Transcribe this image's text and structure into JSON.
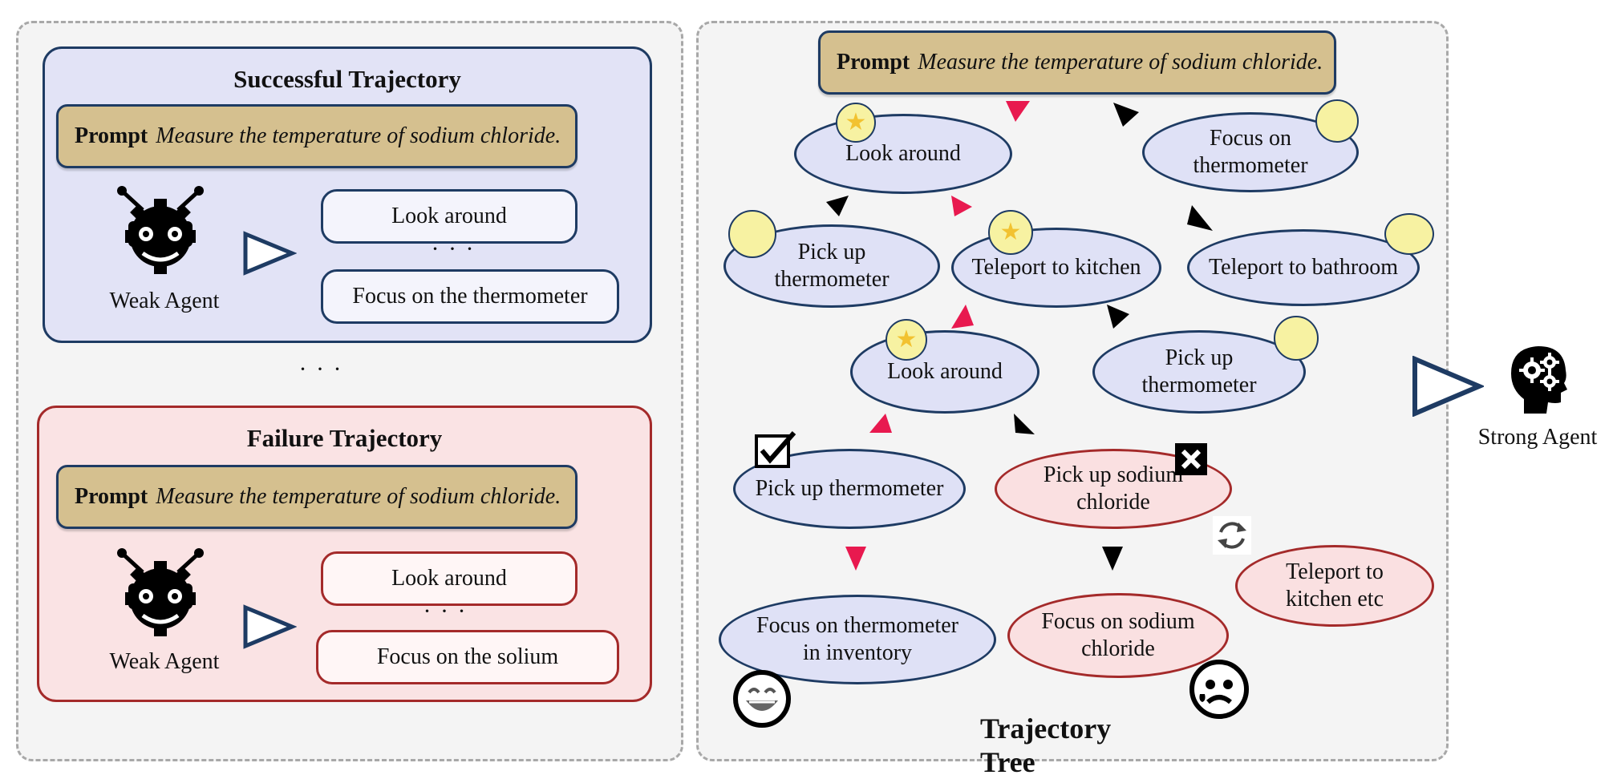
{
  "left_panel": {
    "success": {
      "title": "Successful Trajectory",
      "prompt_label": "Prompt",
      "prompt_text": "Measure the temperature of sodium chloride.",
      "agent_label": "Weak Agent",
      "steps": [
        "Look around",
        "Focus on the thermometer"
      ],
      "ellipsis": "· · ·"
    },
    "middle_ellipsis": "· · ·",
    "failure": {
      "title": "Failure Trajectory",
      "prompt_label": "Prompt",
      "prompt_text": "Measure the temperature of sodium chloride.",
      "agent_label": "Weak Agent",
      "steps": [
        "Look around",
        "Focus on the solium"
      ],
      "ellipsis": "· · ·"
    }
  },
  "tree": {
    "title": "Trajectory Tree",
    "prompt_label": "Prompt",
    "prompt_text": "Measure the temperature of sodium chloride.",
    "nodes": {
      "look_around_1": "Look around",
      "focus_thermometer": "Focus on thermometer",
      "pick_up_thermometer_1": "Pick up thermometer",
      "teleport_kitchen": "Teleport to kitchen",
      "teleport_bathroom": "Teleport to bathroom",
      "look_around_2": "Look around",
      "pick_up_thermometer_2": "Pick up thermometer",
      "pick_up_thermometer_3": "Pick up thermometer",
      "pick_up_sodium": "Pick up sodium chloride",
      "teleport_kitchen_etc": "Teleport to kitchen etc",
      "focus_inventory": "Focus on thermometer in inventory",
      "focus_sodium": "Focus on sodium chloride"
    }
  },
  "strong_agent_label": "Strong Agent",
  "colors": {
    "navy": "#1e3b63",
    "red": "#a42a2a",
    "pink_arrow": "#e8194f",
    "prompt_fill": "#d5c08f",
    "bubble_fill": "#f7f2a2",
    "star": "#f2c230"
  }
}
